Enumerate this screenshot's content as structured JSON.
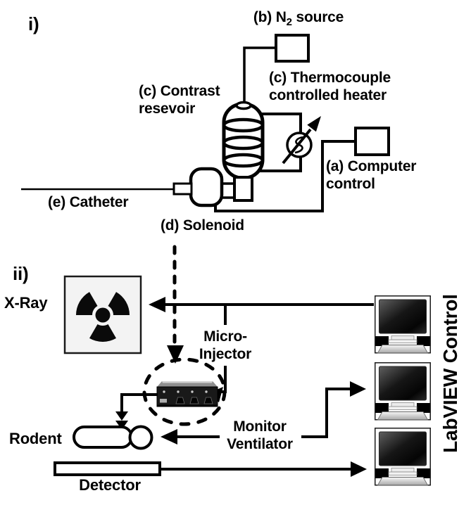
{
  "figure": {
    "background": "#ffffff",
    "ink": "#000000"
  },
  "panel_i": {
    "marker": "i)",
    "n2_label": {
      "prefix": "(b) N",
      "sub": "2",
      "suffix": " source"
    },
    "contrast_reservoir": {
      "line1": "(c) Contrast",
      "line2": "resevoir"
    },
    "thermocouple": {
      "line1": "(c) Thermocouple",
      "line2": "controlled heater"
    },
    "computer_control": {
      "line1": "(a) Computer",
      "line2": "control"
    },
    "catheter": "(e) Catheter",
    "solenoid": "(d) Solenoid"
  },
  "panel_ii": {
    "marker": "ii)",
    "xray": "X-Ray",
    "micro_injector": {
      "line1": "Micro-",
      "line2": "Injector"
    },
    "monitor_ventilator": {
      "line1": "Monitor",
      "line2": "Ventilator"
    },
    "rodent": "Rodent",
    "detector": "Detector",
    "labview": "LabVIEW Control"
  },
  "icons": {
    "radiation": "radiation-trefoil-icon",
    "monitor": "crt-monitor-icon",
    "injector": "micro-injector-device",
    "heater_dial": "variable-heater-dial-icon"
  },
  "colors": {
    "line": "#000000",
    "xray_box_fill": "#f3f3f3",
    "injector_body": "#191919",
    "monitor_screen": "#111111"
  }
}
